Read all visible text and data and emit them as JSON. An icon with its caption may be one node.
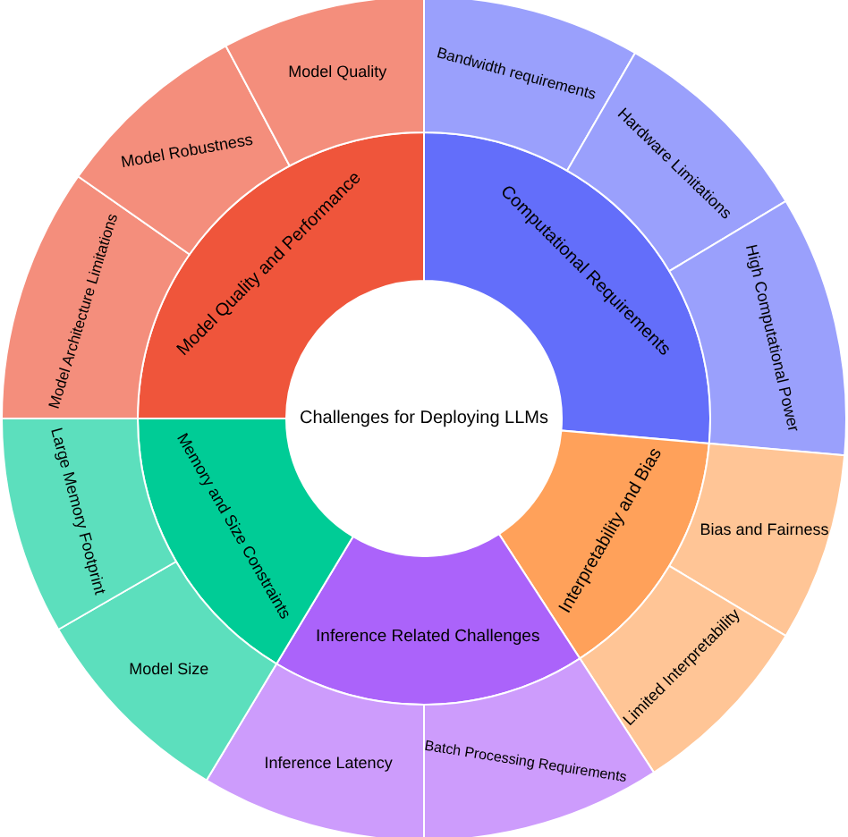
{
  "diagram": {
    "nodes": [
      {
        "text": [
          "Challenges for Deploying LLMs"
        ]
      },
      {
        "text": [
          "Computational Requirements"
        ]
      },
      {
        "text": [
          "Bandwidth requirements"
        ]
      },
      {
        "text": [
          "Hardware Limitations"
        ]
      },
      {
        "text": [
          "High Computational Power"
        ]
      },
      {
        "text": [
          "Interpretability and Bias"
        ]
      },
      {
        "text": [
          "Bias and Fairness"
        ]
      },
      {
        "text": [
          "Limited Interpretability"
        ]
      },
      {
        "text": [
          "Inference Related Challenges"
        ]
      },
      {
        "text": [
          "Batch Processing Requirements"
        ]
      },
      {
        "text": [
          "Inference Latency"
        ]
      },
      {
        "text": [
          "Memory and Size Constraints"
        ]
      },
      {
        "text": [
          "Model Size"
        ]
      },
      {
        "text": [
          "Large Memory Footprint"
        ]
      },
      {
        "text": [
          "Model Quality and Performance"
        ]
      },
      {
        "text": [
          "Model Architecture Limitations"
        ]
      },
      {
        "text": [
          "Model Robustness"
        ]
      },
      {
        "text": [
          "Model Quality"
        ]
      }
    ]
  }
}
